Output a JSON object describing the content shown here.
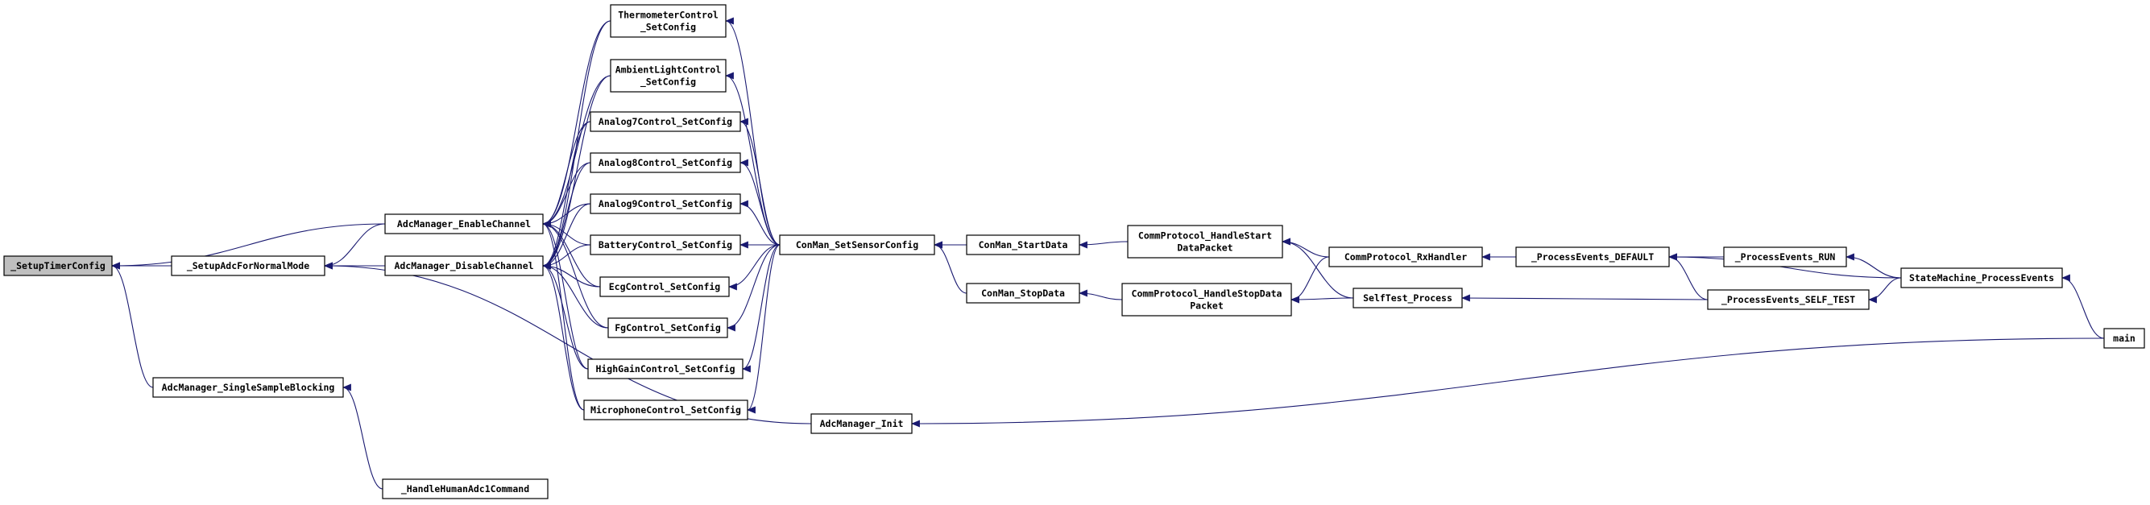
{
  "graph": {
    "type": "caller-graph",
    "edge_color": "#191970",
    "root_fill": "#bfbfbf",
    "nodes": [
      {
        "id": "root",
        "lines": [
          "_SetupTimerConfig"
        ],
        "root": true
      },
      {
        "id": "setupAdc",
        "lines": [
          "_SetupAdcForNormalMode"
        ]
      },
      {
        "id": "singleSample",
        "lines": [
          "AdcManager_SingleSampleBlocking"
        ]
      },
      {
        "id": "humanAdc",
        "lines": [
          "_HandleHumanAdc1Command"
        ]
      },
      {
        "id": "enable",
        "lines": [
          "AdcManager_EnableChannel"
        ]
      },
      {
        "id": "disable",
        "lines": [
          "AdcManager_DisableChannel"
        ]
      },
      {
        "id": "thermo",
        "lines": [
          "ThermometerControl",
          "_SetConfig"
        ]
      },
      {
        "id": "ambient",
        "lines": [
          "AmbientLightControl",
          "_SetConfig"
        ]
      },
      {
        "id": "analog7",
        "lines": [
          "Analog7Control_SetConfig"
        ]
      },
      {
        "id": "analog8",
        "lines": [
          "Analog8Control_SetConfig"
        ]
      },
      {
        "id": "analog9",
        "lines": [
          "Analog9Control_SetConfig"
        ]
      },
      {
        "id": "battery",
        "lines": [
          "BatteryControl_SetConfig"
        ]
      },
      {
        "id": "ecg",
        "lines": [
          "EcgControl_SetConfig"
        ]
      },
      {
        "id": "fg",
        "lines": [
          "FgControl_SetConfig"
        ]
      },
      {
        "id": "highgain",
        "lines": [
          "HighGainControl_SetConfig"
        ]
      },
      {
        "id": "mic",
        "lines": [
          "MicrophoneControl_SetConfig"
        ]
      },
      {
        "id": "init",
        "lines": [
          "AdcManager_Init"
        ]
      },
      {
        "id": "sensor",
        "lines": [
          "ConMan_SetSensorConfig"
        ]
      },
      {
        "id": "start",
        "lines": [
          "ConMan_StartData"
        ]
      },
      {
        "id": "stop",
        "lines": [
          "ConMan_StopData"
        ]
      },
      {
        "id": "hstart",
        "lines": [
          "CommProtocol_HandleStart",
          "DataPacket"
        ]
      },
      {
        "id": "hstop",
        "lines": [
          "CommProtocol_HandleStopData",
          "Packet"
        ]
      },
      {
        "id": "rx",
        "lines": [
          "CommProtocol_RxHandler"
        ]
      },
      {
        "id": "selftest",
        "lines": [
          "SelfTest_Process"
        ]
      },
      {
        "id": "pdefault",
        "lines": [
          "_ProcessEvents_DEFAULT"
        ]
      },
      {
        "id": "prun",
        "lines": [
          "_ProcessEvents_RUN"
        ]
      },
      {
        "id": "pself",
        "lines": [
          "_ProcessEvents_SELF_TEST"
        ]
      },
      {
        "id": "sm",
        "lines": [
          "StateMachine_ProcessEvents"
        ]
      },
      {
        "id": "main",
        "lines": [
          "main"
        ]
      }
    ],
    "edges": [
      {
        "from": "setupAdc",
        "to": "root"
      },
      {
        "from": "singleSample",
        "to": "root"
      },
      {
        "from": "enable",
        "to": "root"
      },
      {
        "from": "humanAdc",
        "to": "singleSample"
      },
      {
        "from": "enable",
        "to": "setupAdc"
      },
      {
        "from": "disable",
        "to": "setupAdc"
      },
      {
        "from": "init",
        "to": "setupAdc"
      },
      {
        "from": "thermo",
        "to": "enable"
      },
      {
        "from": "ambient",
        "to": "enable"
      },
      {
        "from": "analog7",
        "to": "enable"
      },
      {
        "from": "analog8",
        "to": "enable"
      },
      {
        "from": "analog9",
        "to": "enable"
      },
      {
        "from": "battery",
        "to": "enable"
      },
      {
        "from": "ecg",
        "to": "enable"
      },
      {
        "from": "fg",
        "to": "enable"
      },
      {
        "from": "highgain",
        "to": "enable"
      },
      {
        "from": "mic",
        "to": "enable"
      },
      {
        "from": "thermo",
        "to": "disable"
      },
      {
        "from": "ambient",
        "to": "disable"
      },
      {
        "from": "analog7",
        "to": "disable"
      },
      {
        "from": "analog8",
        "to": "disable"
      },
      {
        "from": "analog9",
        "to": "disable"
      },
      {
        "from": "battery",
        "to": "disable"
      },
      {
        "from": "ecg",
        "to": "disable"
      },
      {
        "from": "fg",
        "to": "disable"
      },
      {
        "from": "highgain",
        "to": "disable"
      },
      {
        "from": "mic",
        "to": "disable"
      },
      {
        "from": "sensor",
        "to": "thermo"
      },
      {
        "from": "sensor",
        "to": "ambient"
      },
      {
        "from": "sensor",
        "to": "analog7"
      },
      {
        "from": "sensor",
        "to": "analog8"
      },
      {
        "from": "sensor",
        "to": "analog9"
      },
      {
        "from": "sensor",
        "to": "battery"
      },
      {
        "from": "sensor",
        "to": "ecg"
      },
      {
        "from": "sensor",
        "to": "fg"
      },
      {
        "from": "sensor",
        "to": "highgain"
      },
      {
        "from": "sensor",
        "to": "mic"
      },
      {
        "from": "start",
        "to": "sensor"
      },
      {
        "from": "stop",
        "to": "sensor"
      },
      {
        "from": "hstart",
        "to": "start"
      },
      {
        "from": "hstop",
        "to": "stop"
      },
      {
        "from": "rx",
        "to": "hstart"
      },
      {
        "from": "selftest",
        "to": "hstart"
      },
      {
        "from": "rx",
        "to": "hstop"
      },
      {
        "from": "selftest",
        "to": "hstop"
      },
      {
        "from": "pdefault",
        "to": "rx"
      },
      {
        "from": "pself",
        "to": "selftest"
      },
      {
        "from": "prun",
        "to": "pdefault"
      },
      {
        "from": "pself",
        "to": "pdefault"
      },
      {
        "from": "sm",
        "to": "pdefault"
      },
      {
        "from": "sm",
        "to": "prun"
      },
      {
        "from": "sm",
        "to": "pself"
      },
      {
        "from": "main",
        "to": "sm"
      },
      {
        "from": "main",
        "to": "init"
      }
    ]
  }
}
